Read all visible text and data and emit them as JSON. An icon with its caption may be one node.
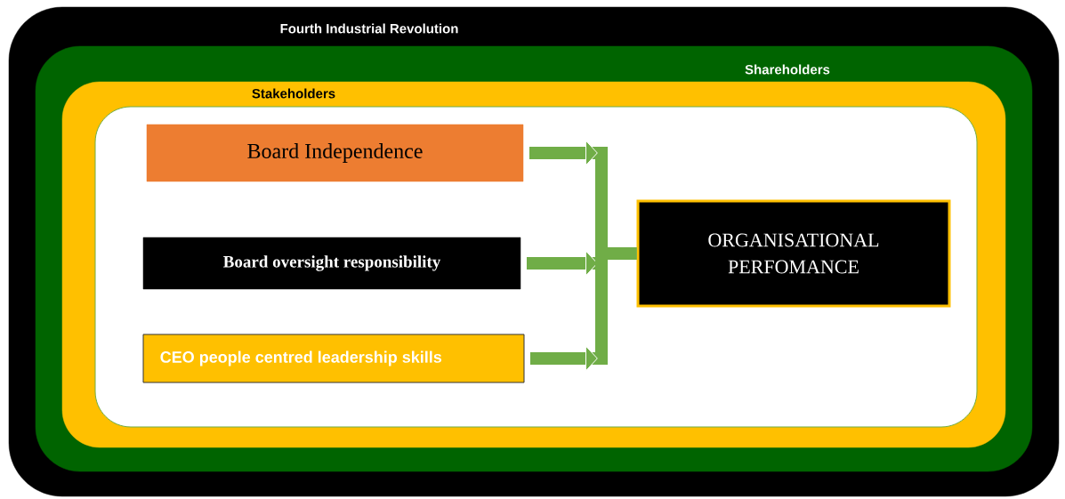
{
  "diagram": {
    "nodes": [
      {
        "text": [
          "Fourth Industrial Revolution"
        ]
      },
      {
        "text": [
          "Shareholders"
        ],
        "in": 0
      },
      {
        "text": [
          "Stakeholders"
        ],
        "in": 1
      },
      {
        "text": [],
        "shape": "box",
        "in": 2
      },
      {
        "text": [
          "Board Independence"
        ],
        "in": 3
      },
      {
        "text": [
          "Board oversight responsibility"
        ],
        "in": 3
      },
      {
        "text": [
          "CEO people centred leadership skills"
        ],
        "in": 3
      },
      {
        "text": [
          "ORGANISATIONAL PERFOMANCE"
        ],
        "in": 3
      }
    ],
    "edges": [
      {
        "from": 4,
        "to": 7,
        "arrow": "to"
      },
      {
        "from": 5,
        "to": 7,
        "arrow": "to"
      },
      {
        "from": 6,
        "to": 7,
        "arrow": "to"
      }
    ]
  }
}
